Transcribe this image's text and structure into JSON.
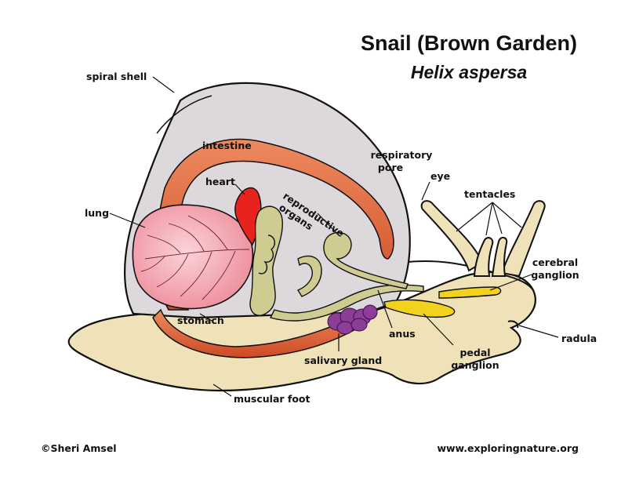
{
  "title": "Snail (Brown Garden)",
  "subtitle": "Helix aspersa",
  "labels": {
    "spiral_shell": "spiral shell",
    "intestine": "intestine",
    "heart": "heart",
    "lung": "lung",
    "reproductive_organs_1": "reproductive",
    "reproductive_organs_2": "organs",
    "respiratory_pore_1": "respiratory",
    "respiratory_pore_2": "pore",
    "eye": "eye",
    "tentacles": "tentacles",
    "cerebral_ganglion_1": "cerebral",
    "cerebral_ganglion_2": "ganglion",
    "radula": "radula",
    "pedal_ganglion_1": "pedal",
    "pedal_ganglion_2": "ganglion",
    "anus": "anus",
    "salivary_gland": "salivary gland",
    "stomach": "stomach",
    "muscular_foot": "muscular foot"
  },
  "footer": {
    "copyright": "©Sheri Amsel",
    "website": "www.exploringnature.org"
  },
  "colors": {
    "body": "#efe2b8",
    "shell": "#dcd8dc",
    "intestine": "#e2683d",
    "lung": "#f3aab6",
    "heart": "#e8231e",
    "reproductive": "#cfcc92",
    "ganglion": "#f2d21c",
    "salivary_gland": "#8b3d97"
  }
}
